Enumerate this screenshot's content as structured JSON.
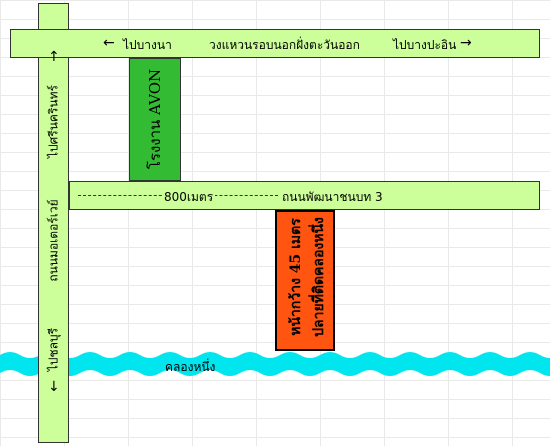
{
  "top_road": {
    "left_text": "ไปบางนา",
    "center_text": "วงแหวนรอบนอกฝั่งตะวันออก",
    "right_text": "ไปบางปะอิน",
    "left_arrow": "←",
    "right_arrow": "→"
  },
  "vertical_road": {
    "name": "ถนนมอเตอร์เวย์",
    "top_text": "ไปศรีนครินทร์",
    "bottom_text": "ไปชลบุรี",
    "up_arrow": "↑",
    "down_arrow": "↓"
  },
  "middle_road": {
    "distance": "800เมตร",
    "name": "ถนนพัฒนาชนบท 3"
  },
  "factory": {
    "label": "โรงงาน AVON"
  },
  "plot": {
    "line1": "หน้ากว้าง 45 เมตร",
    "line2": "ปลายที่ติดคลองหนึ่ง"
  },
  "canal": {
    "label": "คลองหนึ่ง"
  },
  "colors": {
    "road": "#ccff99",
    "factory": "#33bb33",
    "plot": "#ff5511",
    "canal": "#00e5ee"
  }
}
